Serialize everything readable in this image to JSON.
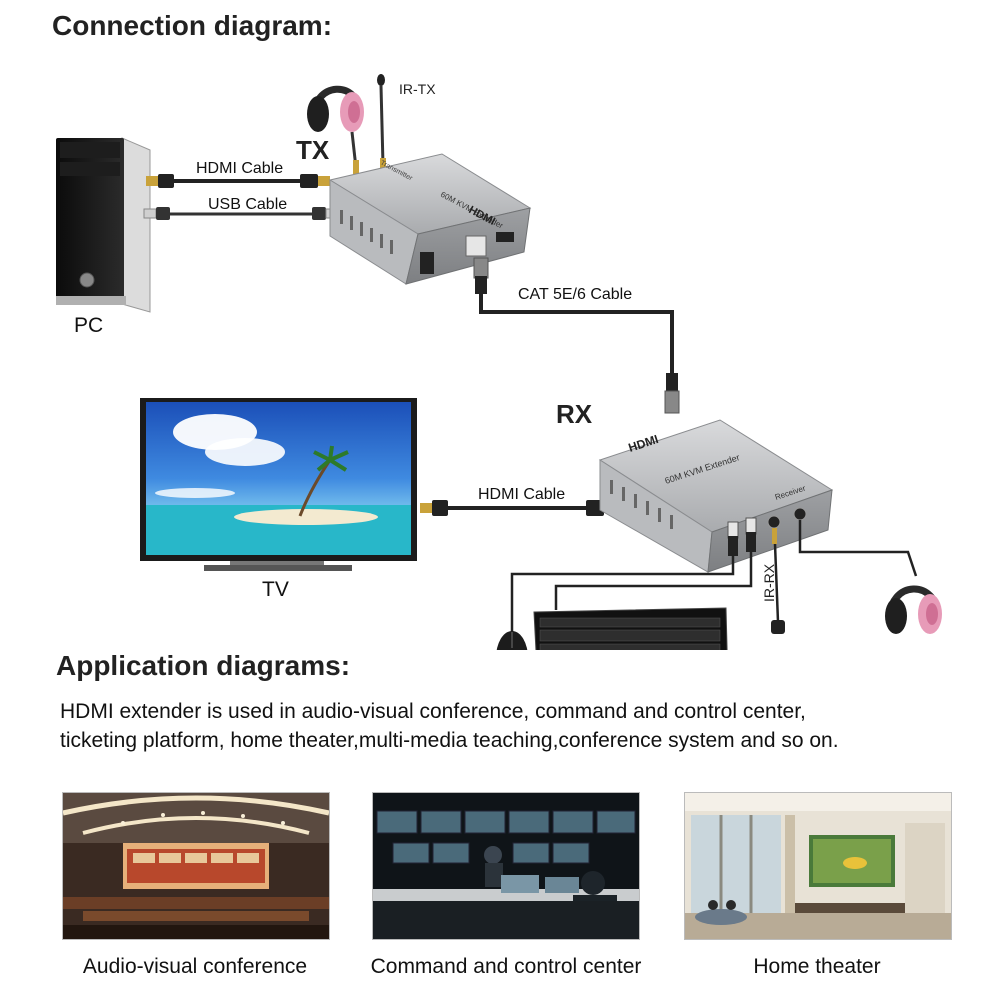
{
  "connection": {
    "title": "Connection diagram:",
    "pc_label": "PC",
    "tv_label": "TV",
    "tx_label": "TX",
    "rx_label": "RX",
    "ir_tx_label": "IR-TX",
    "ir_rx_label": "IR-RX",
    "cables": {
      "hdmi_tx": "HDMI Cable",
      "usb": "USB Cable",
      "cat": "CAT 5E/6 Cable",
      "hdmi_rx": "HDMI Cable"
    },
    "device_text": {
      "hdmi_logo": "HDMI",
      "model": "60M KVM Extender",
      "tx_role": "Transmitter",
      "rx_role": "Receiver"
    }
  },
  "application": {
    "title": "Application diagrams:",
    "description_line1": "HDMI extender is used in audio-visual conference, command and control center,",
    "description_line2": "ticketing platform, home theater,multi-media teaching,conference system and so on.",
    "captions": [
      "Audio-visual conference",
      "Command and control center",
      "Home theater"
    ]
  }
}
